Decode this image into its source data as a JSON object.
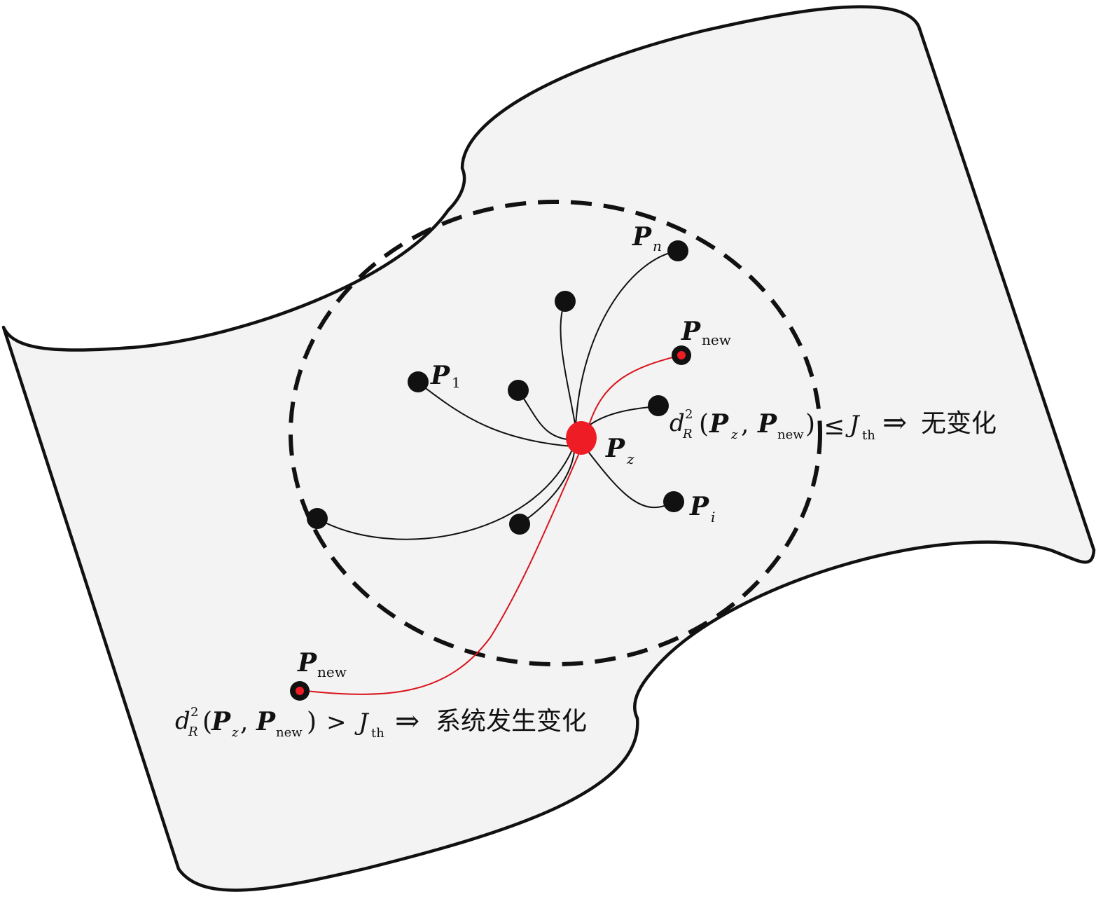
{
  "colors": {
    "surface_fill": "#f3f3f3",
    "outline": "#111111",
    "neighbor_dot": "#111111",
    "center_dot": "#ee1c25",
    "new_sample_line": "#d9141c"
  },
  "labels": {
    "p_symbol": "P",
    "sub_1": "1",
    "sub_n": "n",
    "sub_i": "i",
    "sub_z": "z",
    "sub_new": "new"
  },
  "condition_inside": {
    "d": "d",
    "sup": "2",
    "sub_R": "R",
    "open": "(",
    "comma": ",",
    "close": ")",
    "relation": "≤",
    "J": "J",
    "sub_th": "th",
    "arrow": "⇒",
    "result": "无变化"
  },
  "condition_outside": {
    "d": "d",
    "sup": "2",
    "sub_R": "R",
    "open": "(",
    "comma": ",",
    "close": ")",
    "relation": ">",
    "J": "J",
    "sub_th": "th",
    "arrow": "⇒",
    "result": "系统发生变化"
  }
}
